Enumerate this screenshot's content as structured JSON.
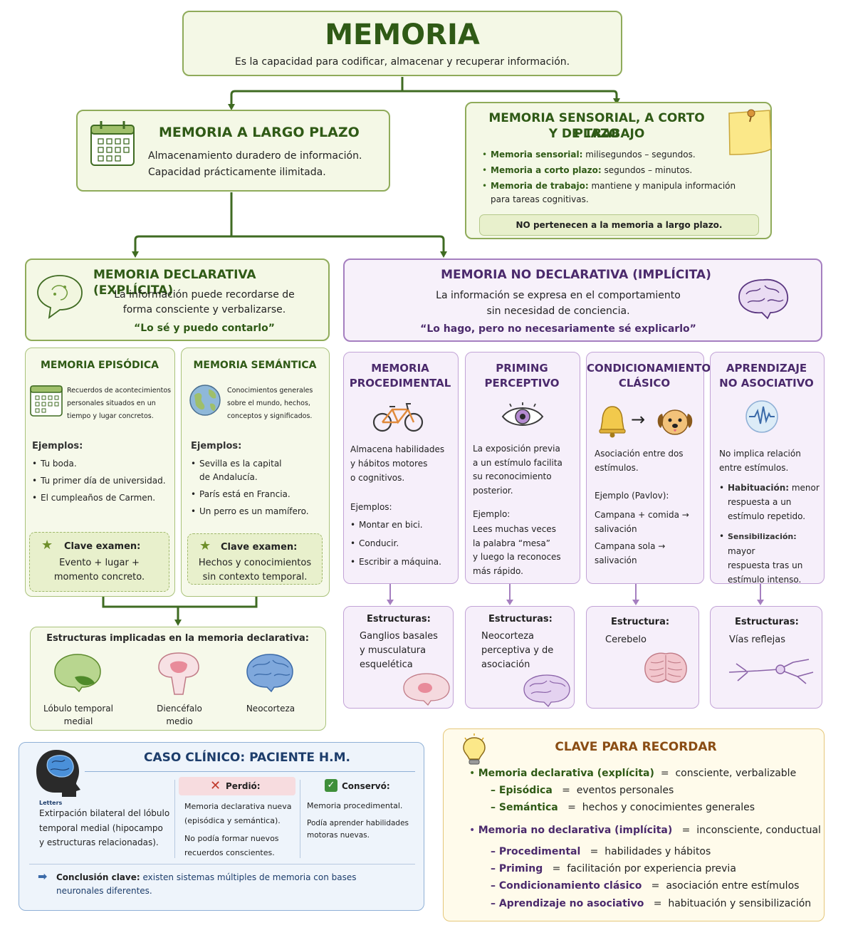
{
  "main": {
    "title": "MEMORIA",
    "subtitle": "Es la capacidad para codificar, almacenar y recuperar información."
  },
  "largo": {
    "title": "MEMORIA A LARGO PLAZO",
    "line1": "Almacenamiento duradero de información.",
    "line2": "Capacidad prácticamente ilimitada."
  },
  "sensorial": {
    "title1": "MEMORIA SENSORIAL, A CORTO PLAZO",
    "title2": "Y DE TRABAJO",
    "items": [
      {
        "term": "Memoria sensorial:",
        "desc": " milisegundos – segundos."
      },
      {
        "term": "Memoria a corto plazo:",
        "desc": " segundos – minutos."
      },
      {
        "term": "Memoria de trabajo:",
        "desc": " mantiene y manipula información para tareas cognitivas."
      }
    ],
    "note": "NO pertenecen a la memoria a largo plazo."
  },
  "declarativa": {
    "title": "MEMORIA DECLARATIVA (EXPLÍCITA)",
    "line1": "La información puede recordarse de",
    "line2": "forma consciente y verbalizarse.",
    "quote": "“Lo sé y puedo contarlo”"
  },
  "nodeclarativa": {
    "title": "MEMORIA NO DECLARATIVA (IMPLÍCITA)",
    "line1": "La información se expresa en el comportamiento",
    "line2": "sin necesidad de conciencia.",
    "quote": "“Lo hago, pero no necesariamente sé explicarlo”"
  },
  "episodica": {
    "title": "MEMORIA EPISÓDICA",
    "desc": [
      "Recuerdos de acontecimientos",
      "personales situados en un",
      "tiempo y lugar concretos."
    ],
    "ejemplos_label": "Ejemplos:",
    "ejemplos": [
      "Tu boda.",
      "Tu primer día de universidad.",
      "El cumpleaños de Carmen."
    ],
    "clave_label": "Clave examen:",
    "clave": [
      "Evento + lugar +",
      "momento concreto."
    ]
  },
  "semantica": {
    "title": "MEMORIA SEMÁNTICA",
    "desc": [
      "Conocimientos generales",
      "sobre el mundo, hechos,",
      "conceptos y significados."
    ],
    "ejemplos_label": "Ejemplos:",
    "ejemplos": [
      "Sevilla es la capital",
      "de Andalucía.",
      "París está en Francia.",
      "Un perro es un mamífero."
    ],
    "clave_label": "Clave examen:",
    "clave": [
      "Hechos y conocimientos",
      "sin contexto temporal."
    ]
  },
  "estructuras_decl": {
    "title": "Estructuras implicadas en la memoria declarativa:",
    "items": [
      {
        "l1": "Lóbulo temporal",
        "l2": "medial"
      },
      {
        "l1": "Diencéfalo",
        "l2": "medio"
      },
      {
        "l1": "Neocorteza",
        "l2": ""
      }
    ]
  },
  "procedimental": {
    "title1": "MEMORIA",
    "title2": "PROCEDIMENTAL",
    "desc": [
      "Almacena habilidades",
      "y hábitos motores",
      "o cognitivos."
    ],
    "ejemplos_label": "Ejemplos:",
    "ejemplos": [
      "Montar en bici.",
      "Conducir.",
      "Escribir a máquina."
    ],
    "estructuras_label": "Estructuras:",
    "estructuras": [
      "Ganglios basales",
      "y musculatura",
      "esquelética"
    ]
  },
  "priming": {
    "title1": "PRIMING",
    "title2": "PERCEPTIVO",
    "desc": [
      "La exposición previa",
      "a un estímulo facilita",
      "su reconocimiento",
      "posterior."
    ],
    "ejemplo_label": "Ejemplo:",
    "ejemplo": [
      "Lees muchas veces",
      "la palabra “mesa”",
      "y luego la reconoces",
      "más rápido."
    ],
    "estructuras_label": "Estructuras:",
    "estructuras": [
      "Neocorteza",
      "perceptiva y de",
      "asociación"
    ]
  },
  "condicionamiento": {
    "title1": "CONDICIONAMIENTO",
    "title2": "CLÁSICO",
    "desc": [
      "Asociación entre dos",
      "estímulos."
    ],
    "ejemplo_label": "Ejemplo (Pavlov):",
    "ejemplo1": [
      "Campana + comida →",
      "salivación"
    ],
    "ejemplo2": [
      "Campana sola →",
      "salivación"
    ],
    "estructuras_label": "Estructura:",
    "estructuras": [
      "Cerebelo"
    ]
  },
  "noasociativo": {
    "title1": "APRENDIZAJE",
    "title2": "NO ASOCIATIVO",
    "desc": [
      "No implica relación",
      "entre estímulos."
    ],
    "items": [
      {
        "term": "Habituación:",
        "lines": [
          " menor",
          "respuesta a un",
          "estímulo repetido."
        ]
      },
      {
        "term": "Sensibilización:",
        "lines": [
          " mayor",
          "respuesta tras un",
          "estímulo intenso."
        ]
      }
    ],
    "estructuras_label": "Estructuras:",
    "estructuras": [
      "Vías reflejas"
    ]
  },
  "caso": {
    "title": "CASO CLÍNICO: PACIENTE H.M.",
    "icon_label": "Letters",
    "desc": [
      "Extirpación bilateral del lóbulo",
      "temporal medial (hipocampo",
      "y estructuras relacionadas)."
    ],
    "perdio_label": "Perdió:",
    "perdio": [
      "Memoria declarativa nueva",
      "(episódica y semántica)."
    ],
    "perdio2": [
      "No podía formar nuevos",
      "recuerdos conscientes."
    ],
    "conservo_label": "Conservó:",
    "conservo": [
      "Memoria procedimental."
    ],
    "conservo2": [
      "Podía aprender habilidades",
      "motoras nuevas."
    ],
    "conclusion_label": "Conclusión clave:",
    "conclusion_1": " existen sistemas múltiples de memoria con bases",
    "conclusion_2": "neuronales diferentes."
  },
  "clave": {
    "title": "CLAVE PARA RECORDAR",
    "rows": [
      {
        "kind": "main",
        "term": "Memoria declarativa (explícita)",
        "eq": "=",
        "def": "consciente, verbalizable"
      },
      {
        "kind": "sub-g",
        "term": "Episódica",
        "eq": "=",
        "def": "eventos personales"
      },
      {
        "kind": "sub-g",
        "term": "Semántica",
        "eq": "=",
        "def": "hechos y conocimientes generales"
      },
      {
        "kind": "main-p",
        "term": "Memoria no declarativa (implícita)",
        "eq": "=",
        "def": "inconsciente, conductual"
      },
      {
        "kind": "sub-p",
        "term": "Procedimental",
        "eq": "=",
        "def": "habilidades y hábitos"
      },
      {
        "kind": "sub-p",
        "term": "Priming",
        "eq": "=",
        "def": "facilitación por experiencia previa"
      },
      {
        "kind": "sub-p",
        "term": "Condicionamiento clásico",
        "eq": "=",
        "def": "asociación entre estímulos"
      },
      {
        "kind": "sub-p",
        "term": "Aprendizaje no asociativo",
        "eq": "=",
        "def": "habituación y sensibilización"
      }
    ]
  },
  "colors": {
    "green_dark": "#2f5a16",
    "purple_dark": "#4b2a6c",
    "blue_dark": "#1d3d6b",
    "orange_dark": "#8a4d14"
  }
}
